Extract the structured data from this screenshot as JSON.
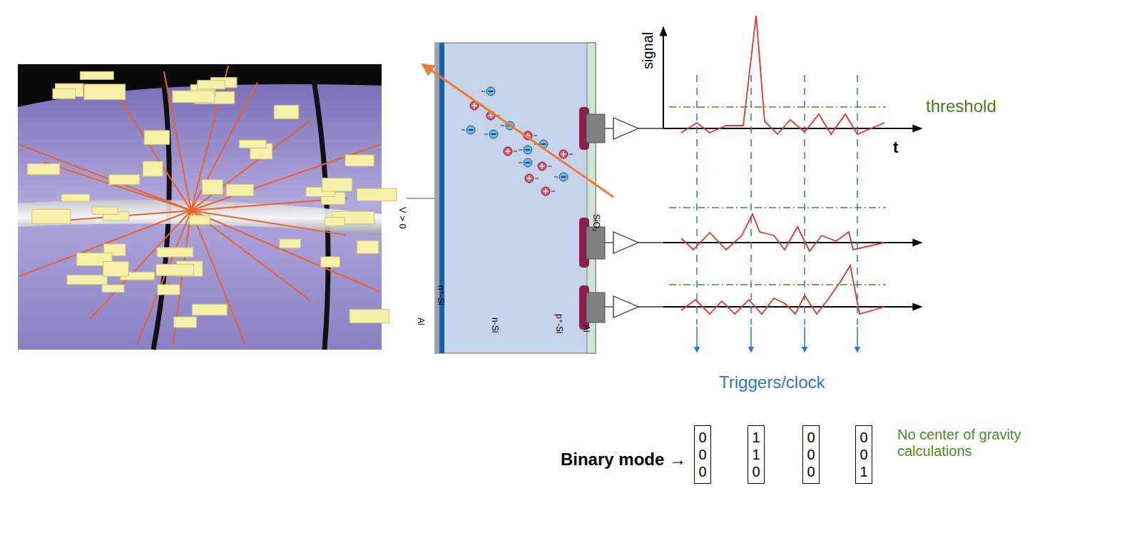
{
  "diagram": {
    "nodes": [
      {
        "text": [
          "0 0 0"
        ]
      },
      {
        "text": [
          "1 1 0"
        ]
      },
      {
        "text": [
          "0 0 0"
        ]
      },
      {
        "text": [
          "0 0 1"
        ]
      }
    ],
    "labels": [
      "signal",
      "t",
      "threshold",
      "Triggers/clock",
      "Binary mode →",
      "No center of gravity calculations",
      "V > 0",
      "Al",
      "n⁺-Si",
      "n-Si",
      "p⁺-Si",
      "SiO₂",
      "Al"
    ]
  }
}
